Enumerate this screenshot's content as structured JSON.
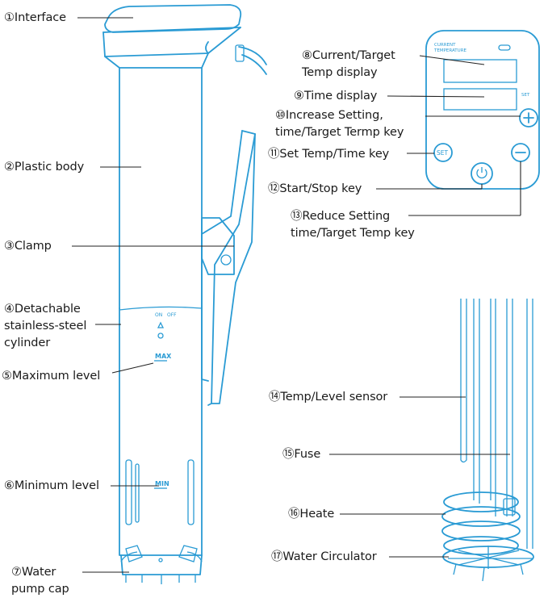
{
  "labels": {
    "l1": "①Interface",
    "l2": "②Plastic body",
    "l3": "③Clamp",
    "l4a": "④Detachable",
    "l4b": "stainless-steel",
    "l4c": "cylinder",
    "l5": "⑤Maximum level",
    "l6": "⑥Minimum level",
    "l7a": "⑦Water",
    "l7b": "pump cap",
    "l8a": "⑧Current/Target",
    "l8b": "Temp display",
    "l9": "⑨Time display",
    "l10a": "⑩Increase Setting,",
    "l10b": "time/Target Termp key",
    "l11": "⑪Set Temp/Time key",
    "l12": "⑫Start/Stop key",
    "l13a": "⑬Reduce Setting",
    "l13b": "time/Target Temp key",
    "l14": "⑭Temp/Level sensor",
    "l15": "⑮Fuse",
    "l16": "⑯Heate",
    "l17": "⑰Water Circulator"
  },
  "device_text": {
    "on": "ON",
    "off": "OFF",
    "max": "MAX",
    "min": "MIN",
    "current": "CURRENT",
    "temperature": "TEMPERATURE",
    "set_small": "SET",
    "set_button": "SET"
  },
  "colors": {
    "line": "#2a9bd4",
    "text": "#1a1a1a"
  }
}
